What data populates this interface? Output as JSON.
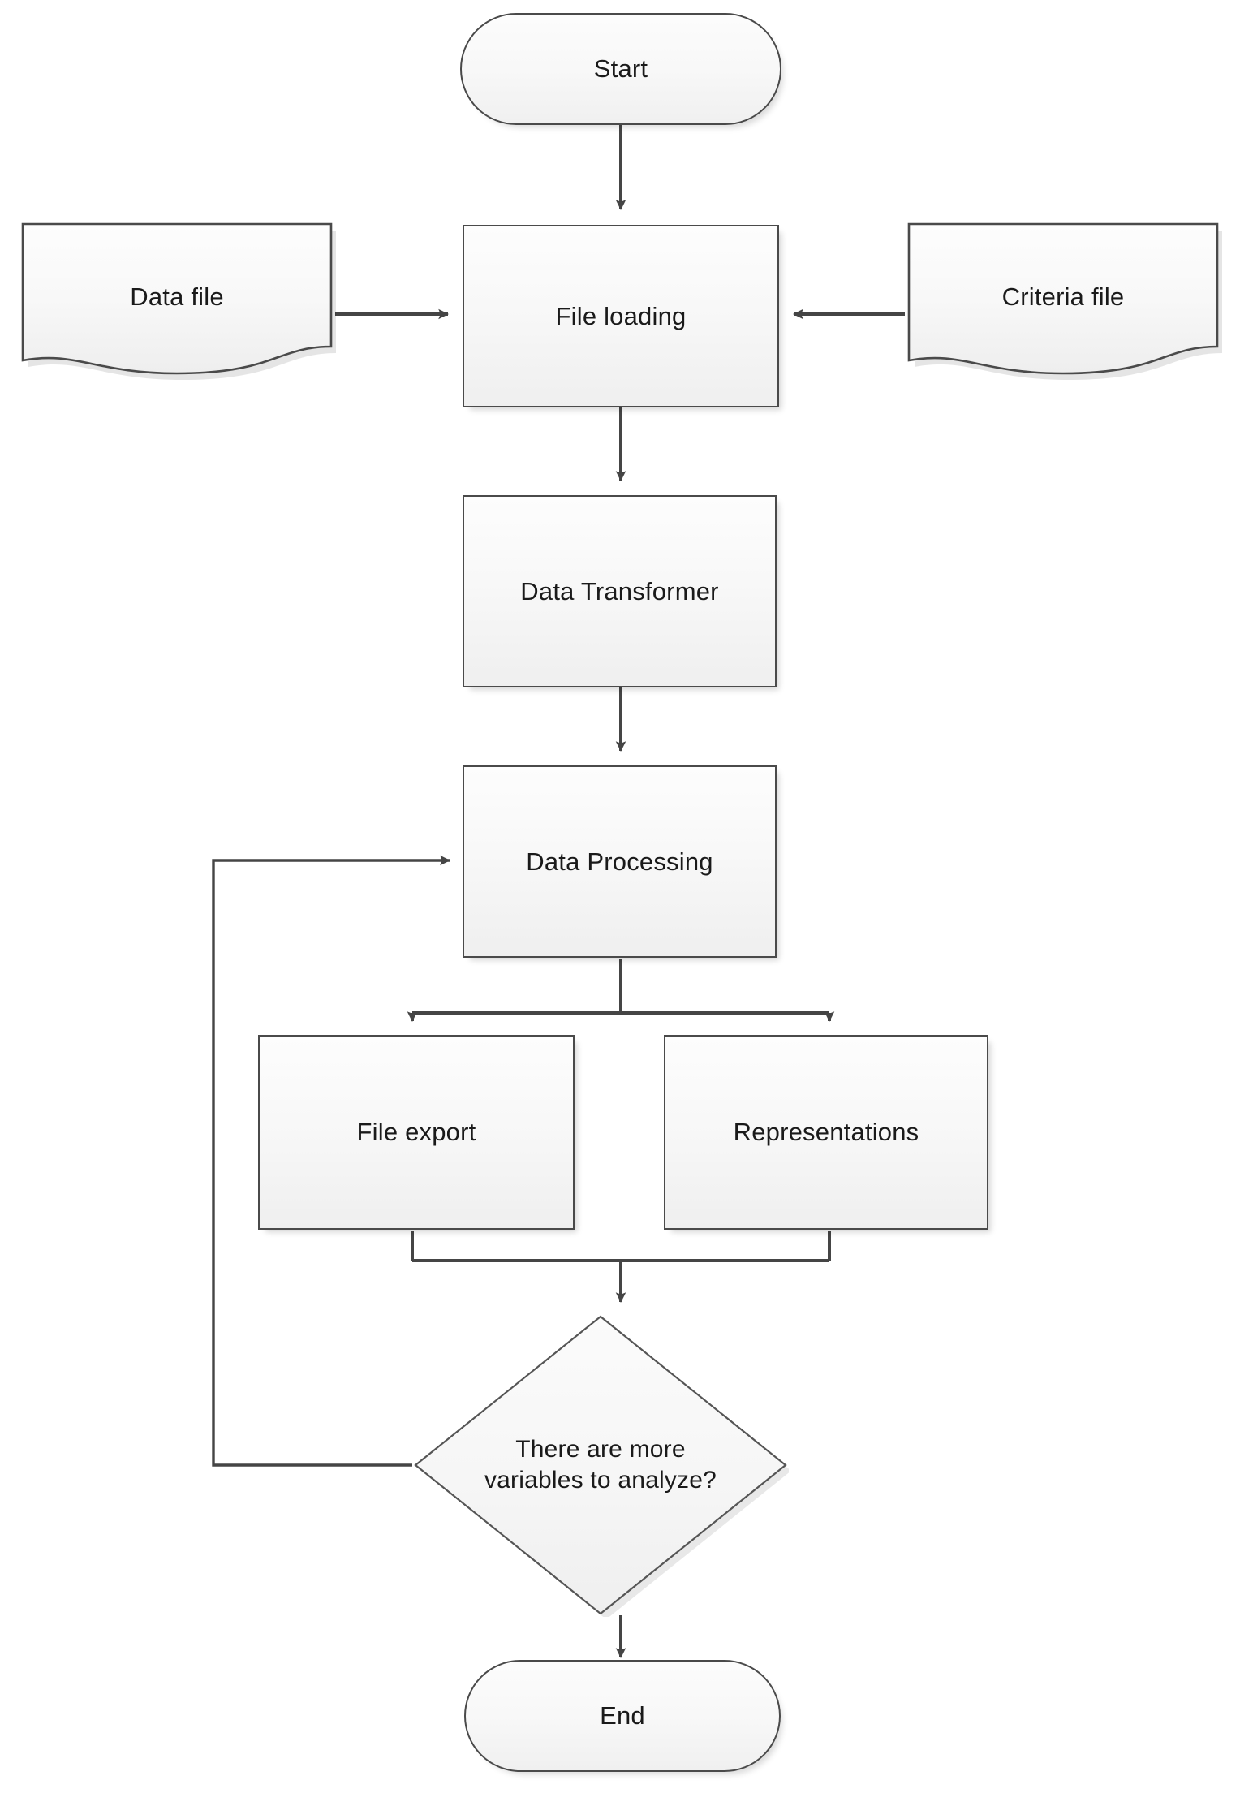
{
  "diagram": {
    "type": "flowchart",
    "title": "",
    "background_color": "#ffffff",
    "stroke_color": "#4a4a4a",
    "thin_stroke_color": "#5a5a5a",
    "fill_color": "#f6f6f6",
    "text_color": "#1a1a1a",
    "orientation": "top-to-bottom"
  },
  "nodes": {
    "start": {
      "label": "Start",
      "shape": "terminator"
    },
    "data_file": {
      "label": "Data file",
      "shape": "document"
    },
    "criteria_file": {
      "label": "Criteria file",
      "shape": "document"
    },
    "file_loading": {
      "label": "File loading",
      "shape": "process"
    },
    "data_transformer": {
      "label": "Data Transformer",
      "shape": "process"
    },
    "data_processing": {
      "label": "Data Processing",
      "shape": "process"
    },
    "file_export": {
      "label": "File export",
      "shape": "process"
    },
    "representations": {
      "label": "Representations",
      "shape": "process"
    },
    "decision": {
      "label": "There are more\nvariables to analyze?",
      "shape": "decision"
    },
    "end": {
      "label": "End",
      "shape": "terminator"
    }
  },
  "edges": [
    {
      "from": "start",
      "to": "file_loading",
      "label": "",
      "direction": "down"
    },
    {
      "from": "data_file",
      "to": "file_loading",
      "label": "",
      "direction": "right"
    },
    {
      "from": "criteria_file",
      "to": "file_loading",
      "label": "",
      "direction": "left"
    },
    {
      "from": "file_loading",
      "to": "data_transformer",
      "label": "",
      "direction": "down"
    },
    {
      "from": "data_transformer",
      "to": "data_processing",
      "label": "",
      "direction": "down"
    },
    {
      "from": "data_processing",
      "to": "file_export",
      "label": "",
      "direction": "down-split-left"
    },
    {
      "from": "data_processing",
      "to": "representations",
      "label": "",
      "direction": "down-split-right"
    },
    {
      "from": "file_export",
      "to": "decision",
      "label": "",
      "direction": "down-merge"
    },
    {
      "from": "representations",
      "to": "decision",
      "label": "",
      "direction": "down-merge"
    },
    {
      "from": "decision",
      "to": "data_processing",
      "label": "",
      "direction": "loop-back-left"
    },
    {
      "from": "decision",
      "to": "end",
      "label": "",
      "direction": "down"
    }
  ]
}
